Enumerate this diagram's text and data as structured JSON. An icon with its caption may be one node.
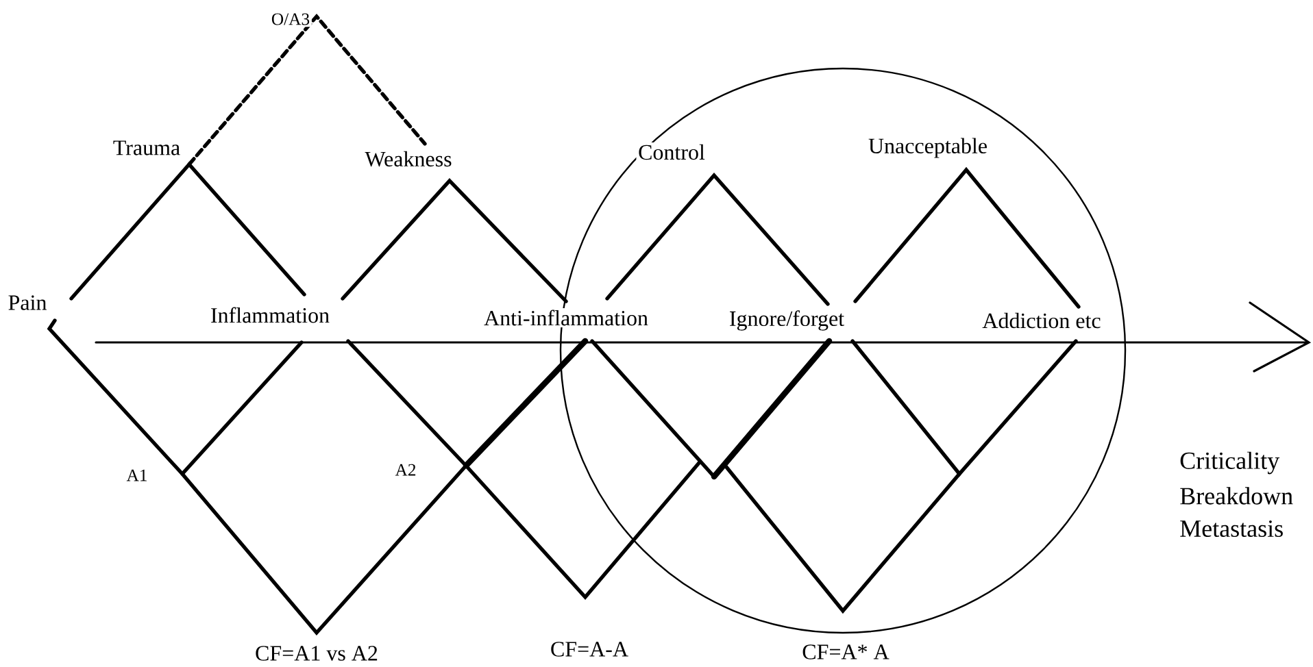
{
  "diagram": {
    "labels": [
      "O/A3",
      "Trauma",
      "Weakness",
      "Control",
      "Unacceptable",
      "Pain",
      "Inflammation",
      "Anti-inflammation",
      "Ignore/forget",
      "Addiction etc",
      "A1",
      "A2",
      "Criticality",
      "Breakdown",
      "Metastasis",
      "CF=A1 vs A2",
      "CF=A-A",
      "CF=A* A"
    ]
  }
}
